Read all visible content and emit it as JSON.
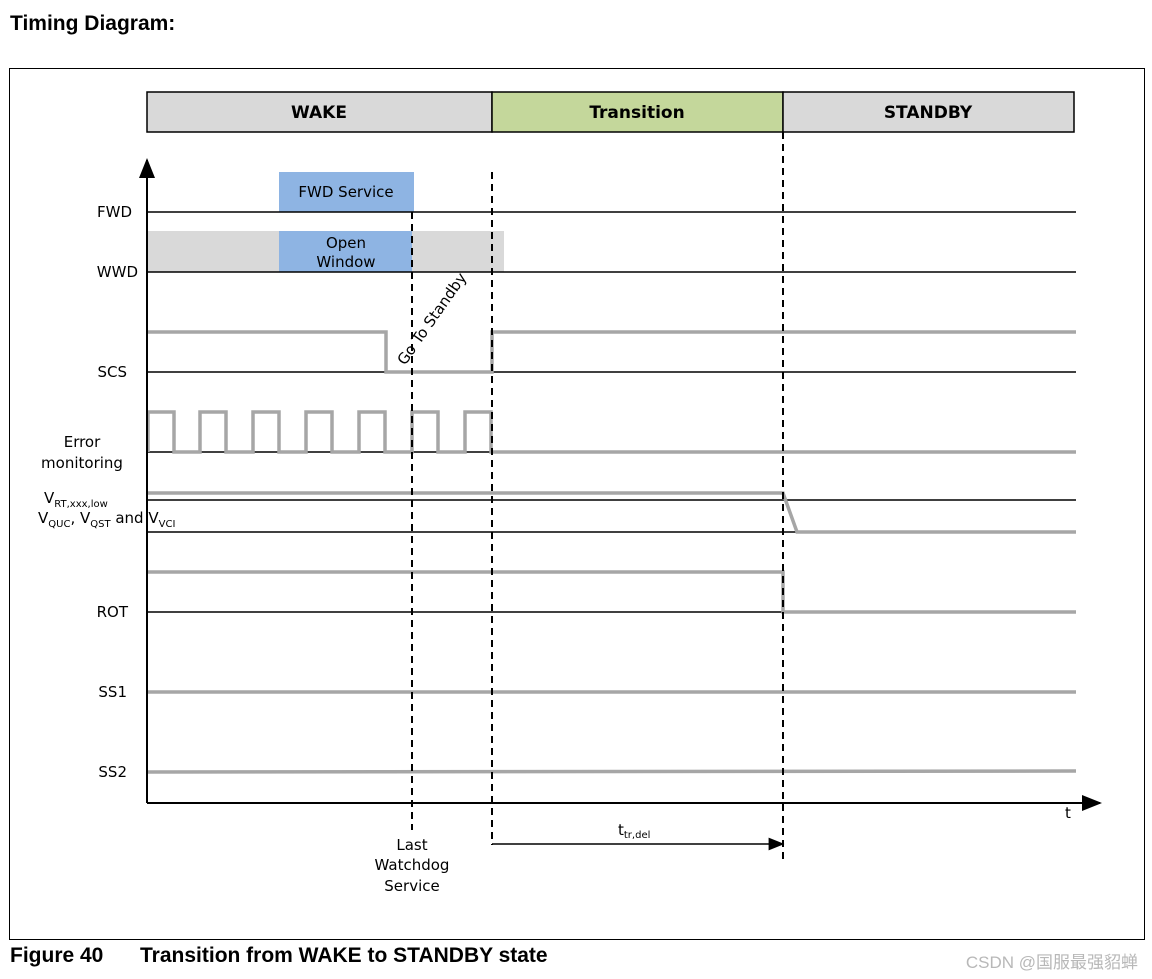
{
  "heading": "Timing Diagram:",
  "phases": [
    "WAKE",
    "Transition",
    "STANDBY"
  ],
  "colors": {
    "wake": "#d9d9d9",
    "transition": "#c4d79b",
    "standby": "#d9d9d9",
    "service_box": "#8eb4e3",
    "window_band": "#d9d9d9",
    "signal": "#a6a6a6"
  },
  "boxes": {
    "fwd_service": "FWD Service",
    "open_window_1": "Open",
    "open_window_2": "Window"
  },
  "signals": {
    "fwd": "FWD",
    "wwd": "WWD",
    "scs": "SCS",
    "error_1": "Error",
    "error_2": "monitoring",
    "vrt": {
      "base": "V",
      "sub": "RT,xxx,low"
    },
    "vquc": {
      "v1": "V",
      "s1": "QUC",
      "c1": ", V",
      "s2": "QST",
      "c2": " and V",
      "s3": "VCI"
    },
    "rot": "ROT",
    "ss1": "SS1",
    "ss2": "SS2"
  },
  "scs_annotation": "Go To Standby",
  "time_axis": "t",
  "last_service": [
    "Last",
    "Watchdog",
    "Service"
  ],
  "ttr": {
    "base": "t",
    "sub": "tr,del"
  },
  "caption": {
    "number": "Figure 40",
    "title": "Transition from WAKE to STANDBY state"
  },
  "watermark": "CSDN @国服最强貂蝉"
}
